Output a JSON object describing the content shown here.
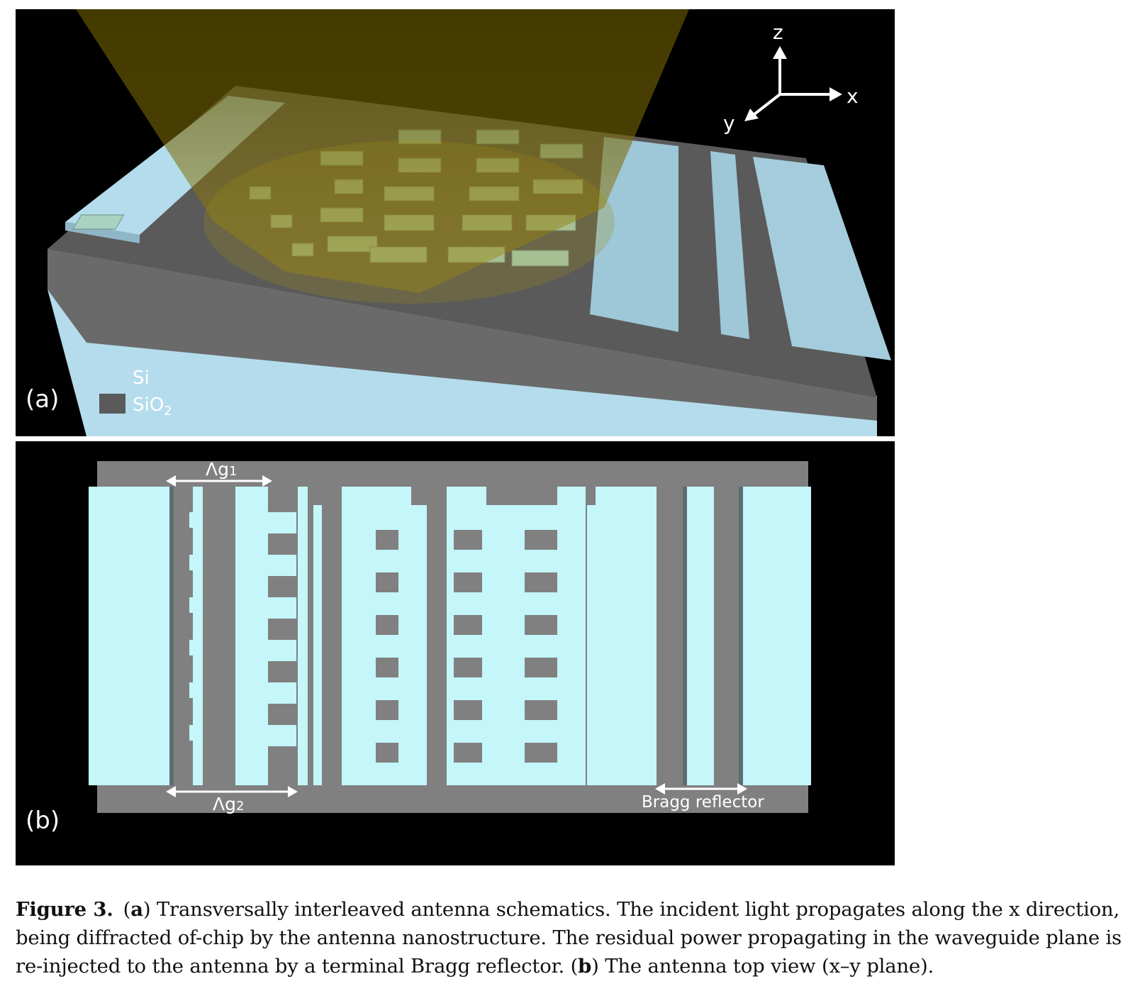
{
  "panel_a": {
    "label": "(a)",
    "legend": [
      {
        "name": "Si",
        "color": "#b4dcec"
      },
      {
        "name": "SiO",
        "sub": "2",
        "color": "#5a5a5a"
      }
    ],
    "axes": {
      "z": "z",
      "x": "x",
      "y": "y"
    }
  },
  "panel_b": {
    "label": "(b)",
    "annotations": {
      "period_top_main": "Λg",
      "period_top_sub": "1",
      "period_bottom_main": "Λg",
      "period_bottom_sub": "2",
      "reflector": "Bragg reflector"
    }
  },
  "caption": {
    "label": "Figure 3.",
    "a_open": "(",
    "a_letter": "a",
    "a_text": ") Transversally interleaved antenna schematics. The incident light propagates along the x direction, being diffracted of-chip by the antenna nanostructure. The residual power propagating in the waveguide plane is re-injected to the antenna by a terminal Bragg reflector. (",
    "b_letter": "b",
    "b_text": ") The antenna top view (x–y plane)."
  },
  "colors": {
    "si": "#b4dcec",
    "si_top": "#c4f6fa",
    "sio2": "#5a5a5a",
    "sio2_topview": "#808080",
    "beam": "#8a7400",
    "background": "#000000"
  }
}
